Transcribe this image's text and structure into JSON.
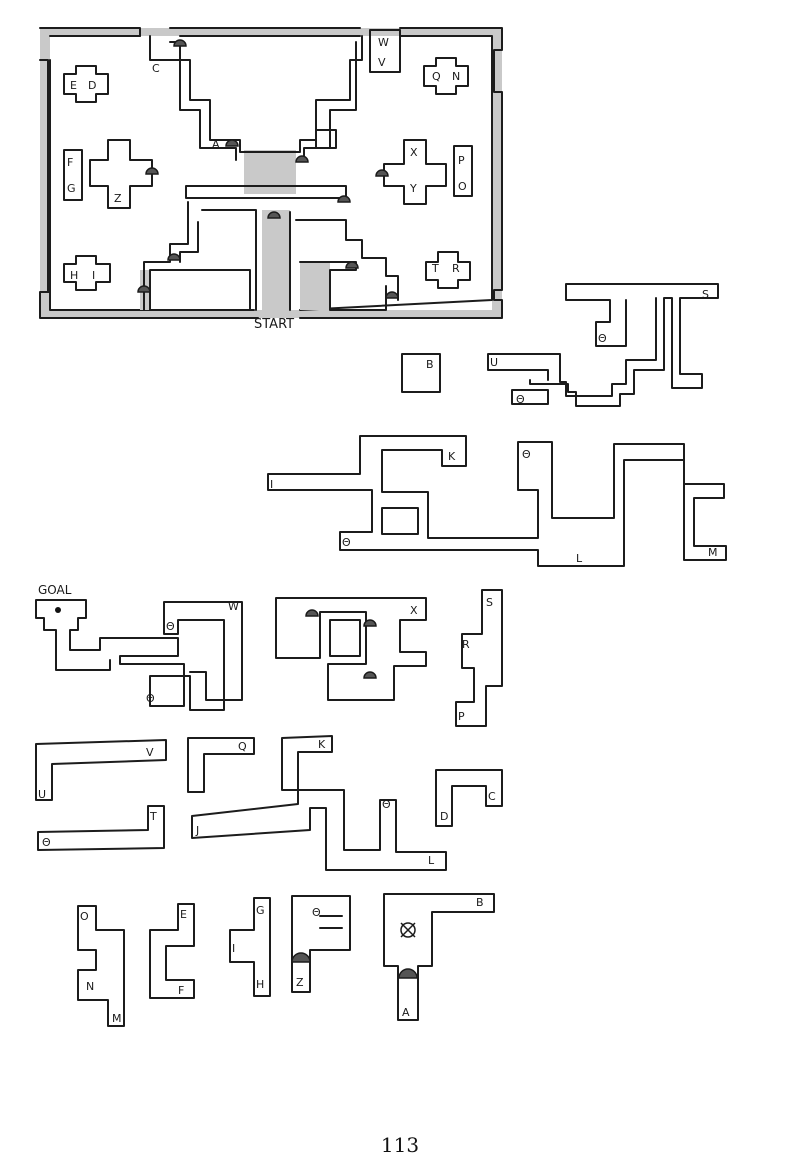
{
  "page_number": "113",
  "start_label": "START",
  "goal_label": "GOAL",
  "map_labels": {
    "C": "C",
    "W": "W",
    "V": "V",
    "E": "E",
    "D": "D",
    "Q": "Q",
    "N": "N",
    "A": "A",
    "F": "F",
    "G": "G",
    "Z": "Z",
    "X": "X",
    "Y": "Y",
    "P": "P",
    "O": "O",
    "H": "H",
    "I": "I",
    "T": "T",
    "R": "R"
  },
  "piece_labels": {
    "S": "S",
    "B": "B",
    "U": "U",
    "K": "K",
    "I": "I",
    "L": "L",
    "M": "M",
    "W": "W",
    "X": "X",
    "S2": "S",
    "R": "R",
    "P": "P",
    "V": "V",
    "U2": "U",
    "Q": "Q",
    "K2": "K",
    "T": "T",
    "J": "J",
    "L2": "L",
    "C": "C",
    "D": "D",
    "O": "O",
    "N": "N",
    "M2": "M",
    "E": "E",
    "F": "F",
    "G": "G",
    "I2": "I",
    "H": "H",
    "Z": "Z",
    "B2": "B",
    "A": "A"
  },
  "portal_symbol": "Θ"
}
